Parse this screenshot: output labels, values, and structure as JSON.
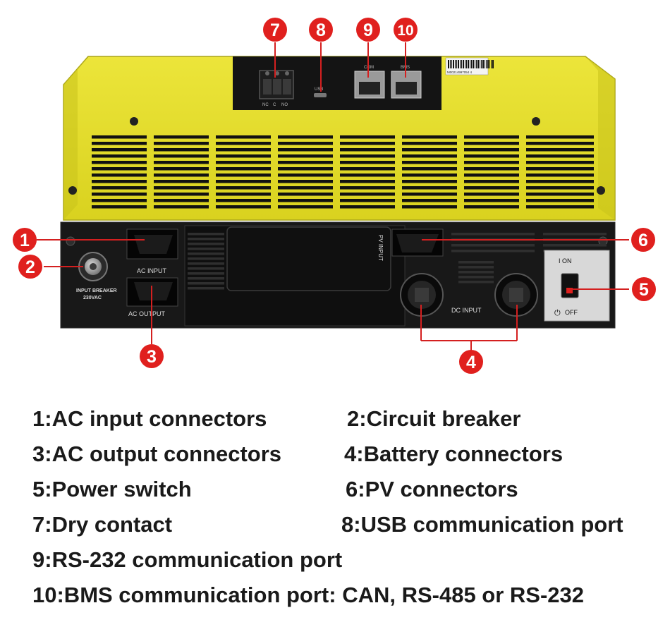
{
  "device": {
    "panel_labels": {
      "nc": "NC",
      "c": "C",
      "no": "NO",
      "usb": "USB",
      "com": "COM",
      "bms": "BMS",
      "breaker": "INPUT BREAKER",
      "breaker_voltage": "230VAC",
      "ac_input": "AC  INPUT",
      "ac_output": "AC  OUTPUT",
      "pv_input": "PV INPUT",
      "dc_input": "DC   INPUT",
      "switch_on": "I  ON",
      "switch_off": "OFF",
      "serial": "M00214997054 4"
    },
    "colors": {
      "chassis": "#e4df2a",
      "panel": "#161616",
      "marker": "#e0201e"
    }
  },
  "markers": [
    "1",
    "2",
    "3",
    "4",
    "5",
    "6",
    "7",
    "8",
    "9",
    "10"
  ],
  "legend": [
    {
      "id": "1",
      "text": "1:AC input connectors"
    },
    {
      "id": "2",
      "text": "2:Circuit breaker"
    },
    {
      "id": "3",
      "text": "3:AC output connectors"
    },
    {
      "id": "4",
      "text": "4:Battery connectors"
    },
    {
      "id": "5",
      "text": "5:Power switch"
    },
    {
      "id": "6",
      "text": "6:PV connectors"
    },
    {
      "id": "7",
      "text": "7:Dry contact"
    },
    {
      "id": "8",
      "text": "8:USB communication port"
    },
    {
      "id": "9",
      "text": "9:RS-232 communication port"
    },
    {
      "id": "10",
      "text": "10:BMS communication port: CAN, RS-485 or RS-232"
    }
  ]
}
